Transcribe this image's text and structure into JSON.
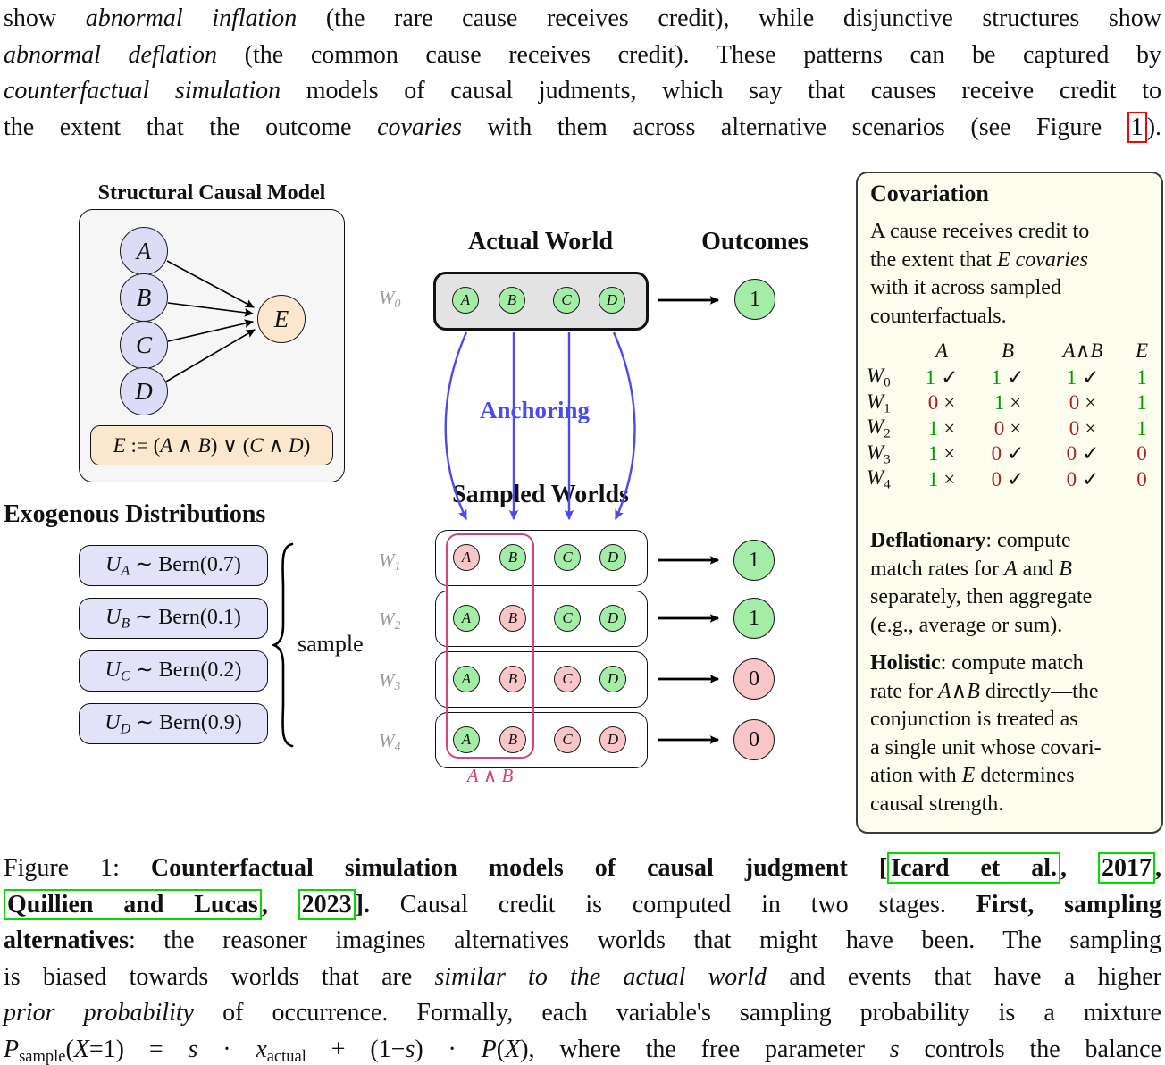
{
  "colors": {
    "green_node": "#a4eda6",
    "red_node": "#f8c6c6",
    "lavender_node": "#dcdcf6",
    "peach_node": "#fbe7cd",
    "world_gray": "#e3e3e3",
    "panel_cream": "#fdfdee",
    "anchor_blue": "#4a4af0",
    "conjunction_pink": "#d6437c",
    "true_green_text": "#009b00",
    "false_red_text": "#aa2222",
    "citation_box_green": "#00dc00",
    "figref_box_red": "#ff0000"
  },
  "intro": {
    "lines": [
      [
        {
          "t": "show "
        },
        {
          "c": "i",
          "t": "abnormal inflation"
        },
        {
          "t": " (the rare cause receives credit), while disjunctive structures show"
        }
      ],
      [
        {
          "c": "i",
          "t": "abnormal deflation"
        },
        {
          "t": " (the common cause receives credit). These patterns can be captured by"
        }
      ],
      [
        {
          "c": "i",
          "t": "counterfactual simulation"
        },
        {
          "t": " models of causal judments, which say that causes receive credit to"
        }
      ],
      [
        {
          "t": "the extent that the outcome "
        },
        {
          "c": "i",
          "t": "covaries"
        },
        {
          "t": " with them across alternative scenarios (see Figure "
        },
        {
          "c": "rbox",
          "t": "1",
          "n": "figure-reference-link",
          "x": "true"
        },
        {
          "t": ")."
        }
      ]
    ]
  },
  "scm": {
    "title": "Structural Causal Model",
    "causes": [
      {
        "l": "A"
      },
      {
        "l": "B"
      },
      {
        "l": "C"
      },
      {
        "l": "D"
      }
    ],
    "effect": "E",
    "equation": [
      {
        "c": "i",
        "t": "E"
      },
      {
        "t": " := ("
      },
      {
        "c": "i",
        "t": "A"
      },
      {
        "t": " ∧ "
      },
      {
        "c": "i",
        "t": "B"
      },
      {
        "t": ") ∨ ("
      },
      {
        "c": "i",
        "t": "C"
      },
      {
        "t": " ∧ "
      },
      {
        "c": "i",
        "t": "D"
      },
      {
        "t": ")"
      }
    ]
  },
  "exo": {
    "title": "Exogenous Distributions",
    "dists": [
      [
        {
          "c": "i",
          "t": "U"
        },
        {
          "c": "i sub",
          "t": "A"
        },
        {
          "t": " ∼ Bern(0.7)"
        }
      ],
      [
        {
          "c": "i",
          "t": "U"
        },
        {
          "c": "i sub",
          "t": "B"
        },
        {
          "t": " ∼ Bern(0.1)"
        }
      ],
      [
        {
          "c": "i",
          "t": "U"
        },
        {
          "c": "i sub",
          "t": "C"
        },
        {
          "t": " ∼ Bern(0.2)"
        }
      ],
      [
        {
          "c": "i",
          "t": "U"
        },
        {
          "c": "i sub",
          "t": "D"
        },
        {
          "t": " ∼ Bern(0.9)"
        }
      ]
    ],
    "brace_label": "sample"
  },
  "actual": {
    "title": "Actual World",
    "label": [
      {
        "c": "i",
        "t": "W"
      },
      {
        "c": "sub",
        "t": "0"
      }
    ],
    "vars": [
      {
        "l": "A",
        "s": "1"
      },
      {
        "l": "B",
        "s": "1"
      },
      {
        "l": "C",
        "s": "1"
      },
      {
        "l": "D",
        "s": "1"
      }
    ],
    "outcome": {
      "v": "1",
      "s": "1"
    }
  },
  "outcomes_title": "Outcomes",
  "anchoring_label": "Anchoring",
  "sampled": {
    "title": "Sampled Worlds",
    "conj_label": [
      {
        "c": "i",
        "t": "A"
      },
      {
        "t": " ∧ "
      },
      {
        "c": "i",
        "t": "B"
      }
    ],
    "worlds": [
      {
        "label": [
          {
            "c": "i",
            "t": "W"
          },
          {
            "c": "sub",
            "t": "1"
          }
        ],
        "vars": [
          {
            "l": "A",
            "s": "0"
          },
          {
            "l": "B",
            "s": "1"
          },
          {
            "l": "C",
            "s": "1"
          },
          {
            "l": "D",
            "s": "1"
          }
        ],
        "outcome": {
          "v": "1",
          "s": "1"
        }
      },
      {
        "label": [
          {
            "c": "i",
            "t": "W"
          },
          {
            "c": "sub",
            "t": "2"
          }
        ],
        "vars": [
          {
            "l": "A",
            "s": "1"
          },
          {
            "l": "B",
            "s": "0"
          },
          {
            "l": "C",
            "s": "1"
          },
          {
            "l": "D",
            "s": "1"
          }
        ],
        "outcome": {
          "v": "1",
          "s": "1"
        }
      },
      {
        "label": [
          {
            "c": "i",
            "t": "W"
          },
          {
            "c": "sub",
            "t": "3"
          }
        ],
        "vars": [
          {
            "l": "A",
            "s": "1"
          },
          {
            "l": "B",
            "s": "0"
          },
          {
            "l": "C",
            "s": "0"
          },
          {
            "l": "D",
            "s": "1"
          }
        ],
        "outcome": {
          "v": "0",
          "s": "0"
        }
      },
      {
        "label": [
          {
            "c": "i",
            "t": "W"
          },
          {
            "c": "sub",
            "t": "4"
          }
        ],
        "vars": [
          {
            "l": "A",
            "s": "1"
          },
          {
            "l": "B",
            "s": "0"
          },
          {
            "l": "C",
            "s": "0"
          },
          {
            "l": "D",
            "s": "0"
          }
        ],
        "outcome": {
          "v": "0",
          "s": "0"
        }
      }
    ]
  },
  "cov": {
    "title": "Covariation",
    "desc_lines": [
      [
        {
          "t": "A cause receives credit to"
        }
      ],
      [
        {
          "t": "the extent that "
        },
        {
          "c": "i",
          "t": "E covaries"
        }
      ],
      [
        {
          "t": "with it across sampled"
        }
      ],
      [
        {
          "t": "counterfactuals."
        }
      ]
    ],
    "table": {
      "headers": [
        "A",
        "B",
        "A∧B",
        "E"
      ],
      "rows": [
        {
          "label": [
            {
              "c": "i",
              "t": "W"
            },
            {
              "c": "sub",
              "t": "0"
            }
          ],
          "cells": [
            {
              "v": "1",
              "m": "✓"
            },
            {
              "v": "1",
              "m": "✓"
            },
            {
              "v": "1",
              "m": "✓"
            }
          ],
          "e": "1"
        },
        {
          "label": [
            {
              "c": "i",
              "t": "W"
            },
            {
              "c": "sub",
              "t": "1"
            }
          ],
          "cells": [
            {
              "v": "0",
              "m": "×"
            },
            {
              "v": "1",
              "m": "×"
            },
            {
              "v": "0",
              "m": "×"
            }
          ],
          "e": "1"
        },
        {
          "label": [
            {
              "c": "i",
              "t": "W"
            },
            {
              "c": "sub",
              "t": "2"
            }
          ],
          "cells": [
            {
              "v": "1",
              "m": "×"
            },
            {
              "v": "0",
              "m": "×"
            },
            {
              "v": "0",
              "m": "×"
            }
          ],
          "e": "1"
        },
        {
          "label": [
            {
              "c": "i",
              "t": "W"
            },
            {
              "c": "sub",
              "t": "3"
            }
          ],
          "cells": [
            {
              "v": "1",
              "m": "×"
            },
            {
              "v": "0",
              "m": "✓"
            },
            {
              "v": "0",
              "m": "✓"
            }
          ],
          "e": "0"
        },
        {
          "label": [
            {
              "c": "i",
              "t": "W"
            },
            {
              "c": "sub",
              "t": "4"
            }
          ],
          "cells": [
            {
              "v": "1",
              "m": "×"
            },
            {
              "v": "0",
              "m": "✓"
            },
            {
              "v": "0",
              "m": "✓"
            }
          ],
          "e": "0"
        }
      ]
    },
    "def_lines": [
      [
        {
          "c": "b",
          "t": "Deflationary"
        },
        {
          "t": ": compute"
        }
      ],
      [
        {
          "t": "match rates for "
        },
        {
          "c": "i",
          "t": "A"
        },
        {
          "t": " and "
        },
        {
          "c": "i",
          "t": "B"
        }
      ],
      [
        {
          "t": "separately, then aggregate"
        }
      ],
      [
        {
          "t": "(e.g., average or sum)."
        }
      ]
    ],
    "hol_lines": [
      [
        {
          "c": "b",
          "t": "Holistic"
        },
        {
          "t": ": compute match"
        }
      ],
      [
        {
          "t": "rate for "
        },
        {
          "c": "i",
          "t": "A"
        },
        {
          "t": "∧"
        },
        {
          "c": "i",
          "t": "B"
        },
        {
          "t": " directly—the"
        }
      ],
      [
        {
          "t": "conjunction is treated as"
        }
      ],
      [
        {
          "t": "a single unit whose covari-"
        }
      ],
      [
        {
          "t": "ation with "
        },
        {
          "c": "i",
          "t": "E"
        },
        {
          "t": " determines"
        }
      ],
      [
        {
          "t": "causal strength."
        }
      ]
    ]
  },
  "caption": {
    "lines": [
      [
        {
          "t": "Figure 1: "
        },
        {
          "c": "b",
          "t": "Counterfactual simulation models of causal judgment ["
        },
        {
          "c": "b gbox",
          "t": "Icard et al.",
          "n": "citation-link",
          "x": "true"
        },
        {
          "c": "b",
          "t": ", "
        },
        {
          "c": "b gbox",
          "t": "2017",
          "n": "citation-link",
          "x": "true"
        },
        {
          "c": "b",
          "t": ","
        }
      ],
      [
        {
          "c": "b gbox",
          "t": "Quillien and Lucas",
          "n": "citation-link",
          "x": "true"
        },
        {
          "c": "b",
          "t": ", "
        },
        {
          "c": "b gbox",
          "t": "2023",
          "n": "citation-link",
          "x": "true"
        },
        {
          "c": "b",
          "t": "]."
        },
        {
          "t": " Causal credit is computed in two stages. "
        },
        {
          "c": "b",
          "t": "First, sampling"
        }
      ],
      [
        {
          "c": "b",
          "t": "alternatives"
        },
        {
          "t": ": the reasoner imagines alternatives worlds that might have been. The sampling"
        }
      ],
      [
        {
          "t": "is biased towards worlds that are "
        },
        {
          "c": "i",
          "t": "similar to the actual world"
        },
        {
          "t": " and events that have a higher"
        }
      ],
      [
        {
          "c": "i",
          "t": "prior probability"
        },
        {
          "t": " of occurrence. Formally, each variable's sampling probability is a mixture"
        }
      ],
      [
        {
          "c": "i",
          "t": "P"
        },
        {
          "c": "sub",
          "t": "sample"
        },
        {
          "t": "("
        },
        {
          "c": "i",
          "t": "X"
        },
        {
          "t": "=1) = "
        },
        {
          "c": "i",
          "t": "s"
        },
        {
          "t": " · "
        },
        {
          "c": "i",
          "t": "x"
        },
        {
          "c": "sub",
          "t": "actual"
        },
        {
          "t": " + (1−"
        },
        {
          "c": "i",
          "t": "s"
        },
        {
          "t": ") · "
        },
        {
          "c": "i",
          "t": "P"
        },
        {
          "t": "("
        },
        {
          "c": "i",
          "t": "X"
        },
        {
          "t": "), where the free parameter "
        },
        {
          "c": "i",
          "t": "s"
        },
        {
          "t": " controls the balance"
        }
      ]
    ]
  }
}
